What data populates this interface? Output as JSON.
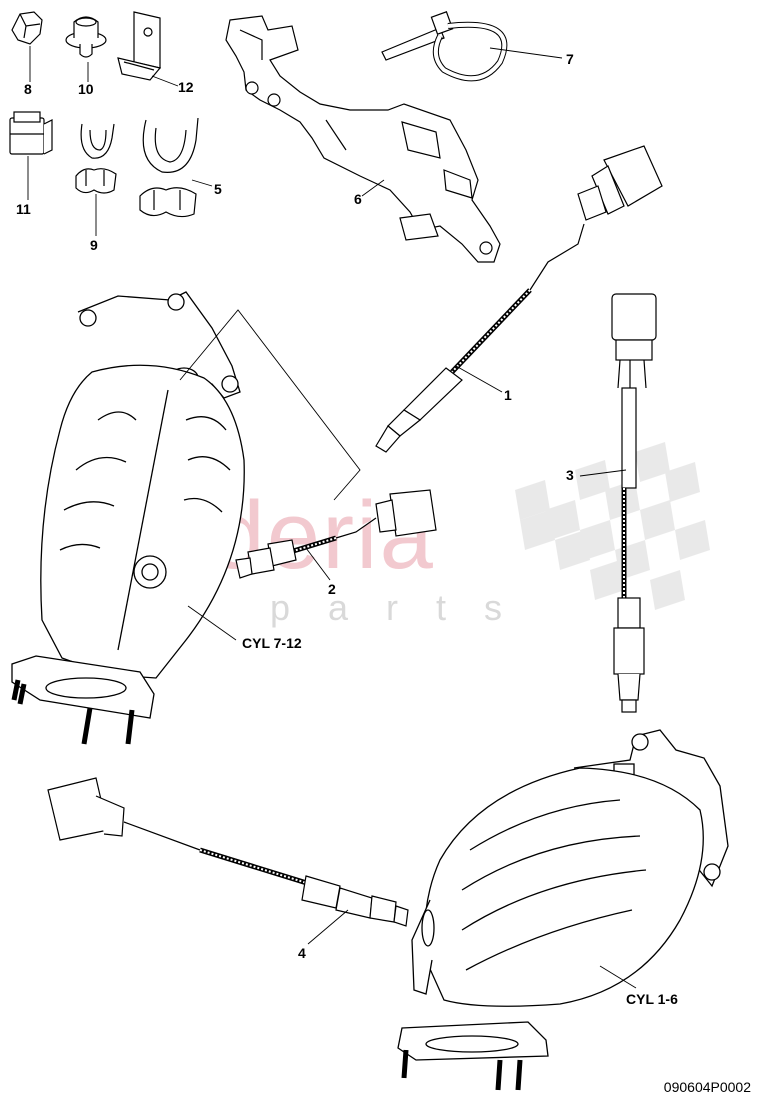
{
  "watermark": {
    "brand": "scuderia",
    "sub": "car parts"
  },
  "callouts": [
    {
      "id": "1",
      "text": "1"
    },
    {
      "id": "2",
      "text": "2"
    },
    {
      "id": "3",
      "text": "3"
    },
    {
      "id": "4",
      "text": "4"
    },
    {
      "id": "5",
      "text": "5"
    },
    {
      "id": "6",
      "text": "6"
    },
    {
      "id": "7",
      "text": "7"
    },
    {
      "id": "8",
      "text": "8"
    },
    {
      "id": "9",
      "text": "9"
    },
    {
      "id": "10",
      "text": "10"
    },
    {
      "id": "11",
      "text": "11"
    },
    {
      "id": "12",
      "text": "12"
    },
    {
      "id": "cyl712",
      "text": "CYL 7-12"
    },
    {
      "id": "cyl16",
      "text": "CYL 1-6"
    }
  ],
  "drawing_number": "090604P0002",
  "colors": {
    "line": "#000000",
    "part_fill": "#ffffff",
    "shade": "#cfcfcf",
    "watermark_red": "#f2c9cf",
    "watermark_grey": "#d9d9d9"
  }
}
